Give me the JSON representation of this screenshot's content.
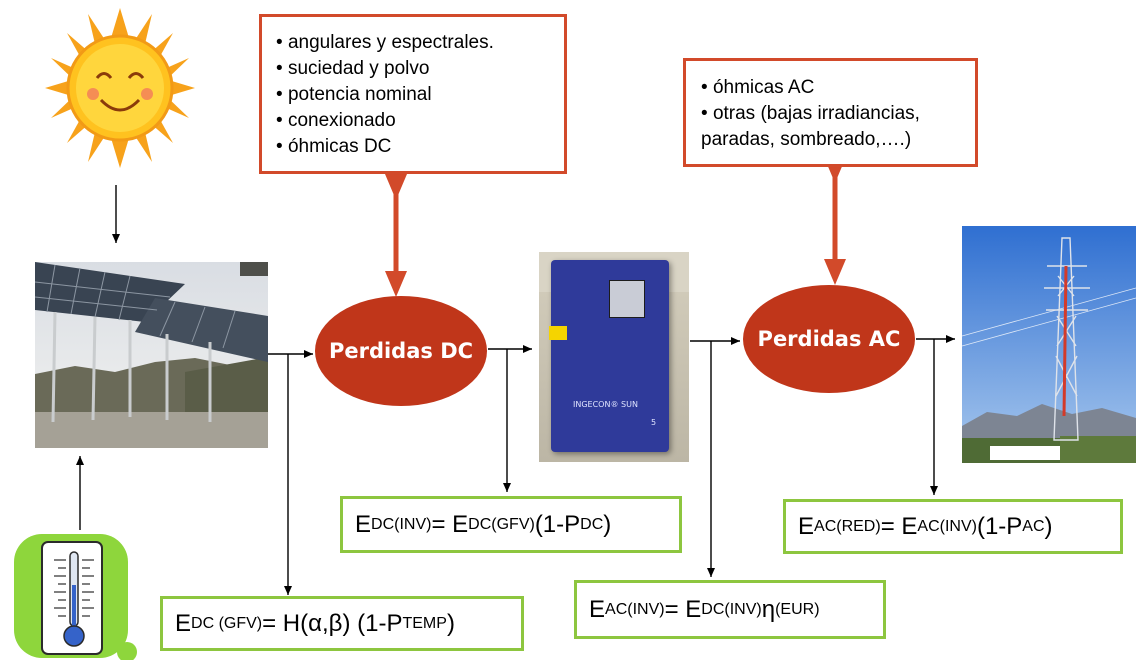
{
  "dc_factors": {
    "items": [
      "angulares y espectrales.",
      "suciedad y polvo",
      "potencia nominal",
      "conexionado",
      "óhmicas DC"
    ]
  },
  "ac_factors": {
    "items": [
      "óhmicas AC",
      "otras (bajas irradiancias,",
      "paradas, sombreado,….)"
    ]
  },
  "nodes": {
    "dc_loss": "Perdidas DC",
    "ac_loss": "Perdidas AC"
  },
  "formulas": {
    "e_dc_gfv": {
      "lhs": "E",
      "lhs_sub": "DC (GFV)",
      "eq": "= H(α,β) (1-P",
      "p_sub": "TEMP",
      "tail": ")"
    },
    "e_dc_inv": {
      "lhs": "E",
      "lhs_sub": "DC(INV)",
      "eq": "= E",
      "rhs_sub": "DC(GFV)",
      "mid": " (1-P",
      "p_sub": "DC",
      "tail": ")"
    },
    "e_ac_inv": {
      "lhs": "E",
      "lhs_sub": "AC(INV)",
      "eq": "= E",
      "rhs_sub": "DC(INV)",
      "mid": " η",
      "p_sub": "(EUR)",
      "tail": ""
    },
    "e_ac_red": {
      "lhs": "E",
      "lhs_sub": "AC(RED)",
      "eq": "= E",
      "rhs_sub": "AC(INV)",
      "mid": " (1-P",
      "p_sub": "AC",
      "tail": ")"
    }
  },
  "inverter": {
    "brand_text": "INGECON® SUN",
    "model_text": "5"
  },
  "icons": [
    "sun-icon",
    "thermometer-icon",
    "solar-array-photo",
    "inverter-photo",
    "power-tower-photo"
  ],
  "colors": {
    "red_border": "#d24a2a",
    "oval_fill": "#c0361a",
    "green_border": "#8dc63f",
    "arrow_red": "#d24a2a"
  }
}
